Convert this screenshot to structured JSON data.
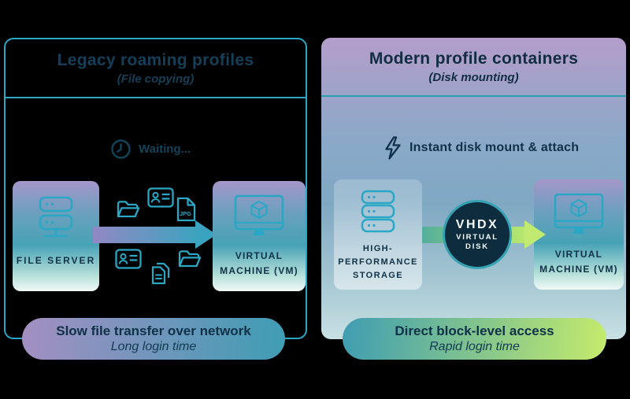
{
  "left_panel": {
    "title": "Legacy roaming profiles",
    "subtitle": "(File copying)",
    "waiting_label": "Waiting...",
    "file_server_label": "FILE SERVER",
    "vm_label_line1": "VIRTUAL",
    "vm_label_line2": "MACHINE (VM)",
    "jpg_badge": "JPG",
    "footer_line1": "Slow file transfer over network",
    "footer_line2": "Long login time",
    "icons": [
      "clock-icon",
      "server-icon",
      "open-folder-icon",
      "id-card-icon",
      "jpg-file-icon",
      "document-copy-icon",
      "monitor-cube-icon",
      "transfer-arrow"
    ]
  },
  "right_panel": {
    "title": "Modern profile containers",
    "subtitle": "(Disk mounting)",
    "mount_label": "Instant disk mount & attach",
    "storage_label_line1": "HIGH-",
    "storage_label_line2": "PERFORMANCE",
    "storage_label_line3": "STORAGE",
    "disk_line1": "VHDX",
    "disk_line2": "VIRTUAL",
    "disk_line3": "DISK",
    "vm_label_line1": "VIRTUAL",
    "vm_label_line2": "MACHINE (VM)",
    "footer_line1": "Direct block-level access",
    "footer_line2": "Rapid login time",
    "icons": [
      "lightning-icon",
      "storage-server-icon",
      "vhdx-disk-badge",
      "monitor-cube-icon",
      "mount-arrow"
    ]
  },
  "colors": {
    "background": "#000000",
    "accent_teal": "#2aa7c4",
    "dark_navy_text": "#113c52",
    "panel_right_gradient_top": "#b49dcb",
    "panel_right_gradient_bottom": "#c8e1e4",
    "node_gradient_top": "#a596ca",
    "node_gradient_mid": "#47a2b6",
    "node_gradient_bottom": "#f0f9f6",
    "left_arrow_start": "#9188c4",
    "left_arrow_end": "#3aa3c0",
    "right_arrow_start": "#53ae9b",
    "right_arrow_end": "#c0ea70",
    "disk_circle_fill": "#0d2c3e",
    "disk_circle_ring": "#35a3b4",
    "pill_left_gradient": [
      "#a48fc2",
      "#3e9db4"
    ],
    "pill_right_gradient": [
      "#3f9db2",
      "#c4eb6b"
    ]
  }
}
